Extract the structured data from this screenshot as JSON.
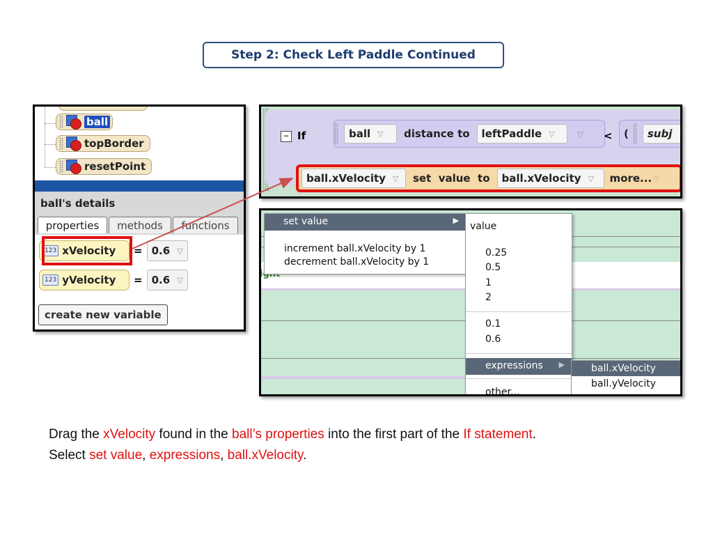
{
  "title": "Step 2: Check Left Paddle Continued",
  "tree": {
    "items": [
      "ball",
      "topBorder",
      "resetPoint"
    ]
  },
  "details": {
    "header": "ball's details",
    "tabs": [
      "properties",
      "methods",
      "functions"
    ],
    "variables": [
      {
        "name": "xVelocity",
        "value": "0.6",
        "icon": "123"
      },
      {
        "name": "yVelocity",
        "value": "0.6",
        "icon": "123"
      }
    ],
    "create_button": "create new variable",
    "equals": "="
  },
  "code": {
    "if_label": "If",
    "subject": "ball",
    "distance_to": "distance to",
    "target": "leftPaddle",
    "less_than": "<",
    "paren": "(",
    "subj": "subj",
    "stmt_subject": "ball.xVelocity",
    "set_value_to": "set  value  to",
    "stmt_value": "ball.xVelocity",
    "more": "more..."
  },
  "menus": {
    "set_value": "set value",
    "increment": "increment ball.xVelocity by 1",
    "decrement": "decrement ball.xVelocity by 1",
    "bg_fragment": "ight",
    "value_header": "value",
    "values_a": [
      "0.25",
      "0.5",
      "1",
      "2"
    ],
    "values_b": [
      "0.1",
      "0.6"
    ],
    "expressions": "expressions",
    "other": "other...",
    "expr_options": [
      "ball.xVelocity",
      "ball.yVelocity"
    ]
  },
  "instructions": {
    "line1": [
      {
        "t": "Drag the ",
        "red": false
      },
      {
        "t": "xVelocity",
        "red": true
      },
      {
        "t": " found in the ",
        "red": false
      },
      {
        "t": "ball’s properties",
        "red": true
      },
      {
        "t": " into the first part of the ",
        "red": false
      },
      {
        "t": "If statement",
        "red": true
      },
      {
        "t": ".",
        "red": false
      }
    ],
    "line2": [
      {
        "t": "Select ",
        "red": false
      },
      {
        "t": "set value",
        "red": true
      },
      {
        "t": ", ",
        "red": false
      },
      {
        "t": "expressions",
        "red": true
      },
      {
        "t": ", ",
        "red": false
      },
      {
        "t": "ball.xVelocity",
        "red": true
      },
      {
        "t": ".",
        "red": false
      }
    ]
  },
  "colors": {
    "highlight_red": "#e01010",
    "title_blue": "#1f3d6e",
    "menu_highlight": "#5a6778",
    "arrow": "#c85050"
  }
}
